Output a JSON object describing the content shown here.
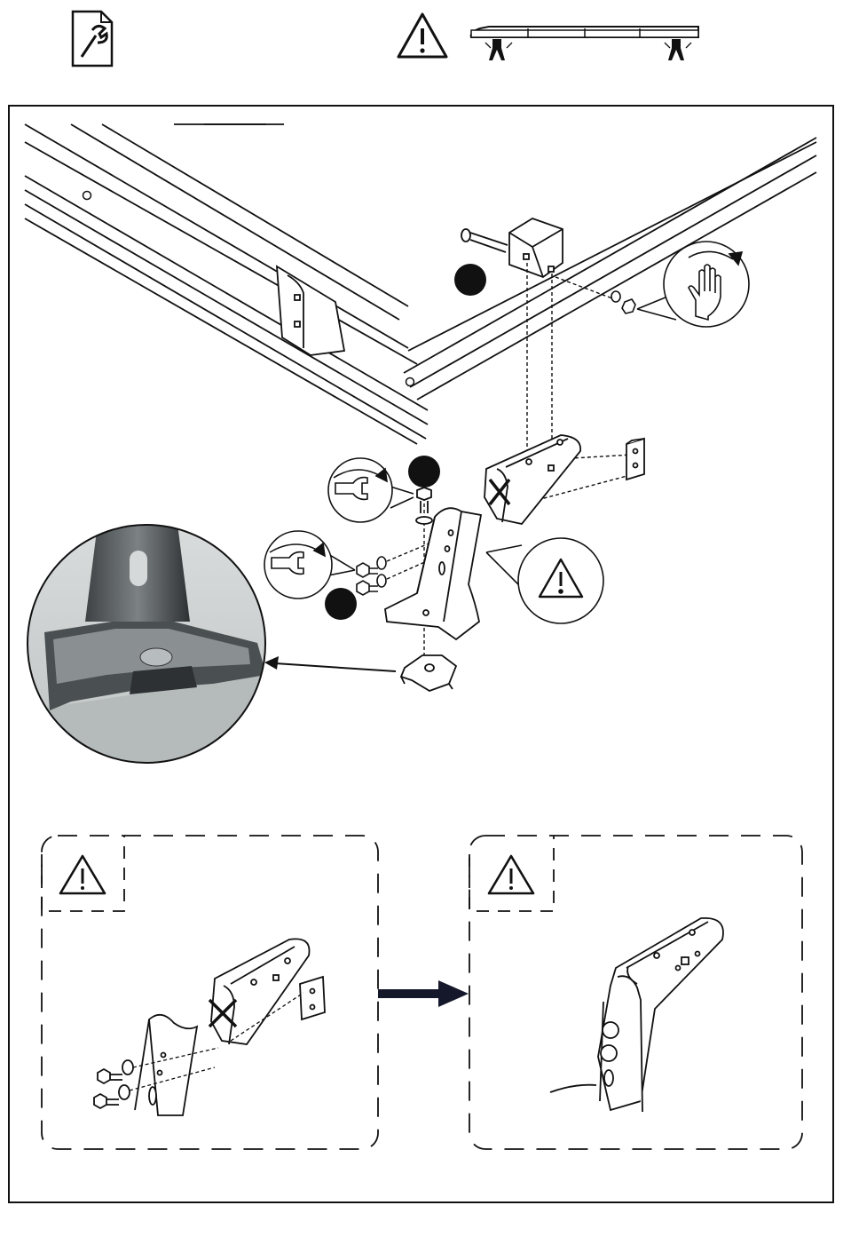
{
  "header": {
    "doc_icon": "wrench-document-icon",
    "warning_icon": "warning-triangle-icon",
    "roof_bar_icon": "roof-rack-bar-icon"
  },
  "main_panel": {
    "step_markers": [
      "black-dot",
      "black-dot",
      "black-dot"
    ],
    "hand_tighten_icon": "hand-tighten-icon",
    "wrench_icons": [
      "wrench-tighten-icon",
      "wrench-tighten-icon"
    ],
    "warning_callout_icon": "warning-triangle-icon",
    "detail_photo": "clamp-foot-detail-photo"
  },
  "bottom_panels": [
    {
      "warning_icon": "warning-triangle-icon",
      "content": "wrong-assembly-x-mark"
    },
    {
      "warning_icon": "warning-triangle-icon",
      "content": "correct-assembly"
    }
  ],
  "colors": {
    "line": "#111111",
    "arrow_fill": "#14182a",
    "photo_bg": "#c9cdcc"
  }
}
